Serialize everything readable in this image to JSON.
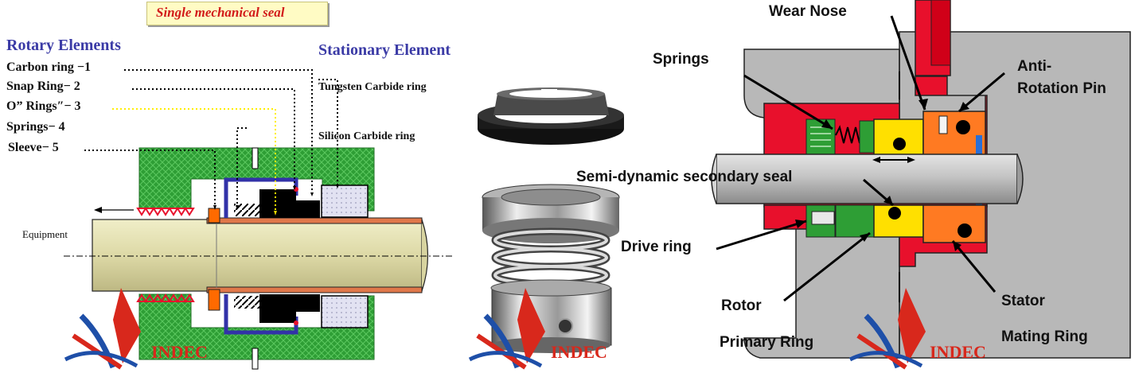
{
  "title": "Single mechanical seal",
  "left_panel": {
    "rotary_heading": "Rotary Elements",
    "stationary_heading": "Stationary Element",
    "rotary_items": [
      "Carbon ring −1",
      "Snap Ring− 2",
      "O” Rings″− 3",
      "Springs− 4",
      "Sleeve− 5"
    ],
    "stationary_items": [
      "Tungsten Carbide ring",
      "Silicon Carbide ring"
    ],
    "equipment_label": "Equipment"
  },
  "right_panel": {
    "labels": {
      "wear_nose": "Wear Nose",
      "springs": "Springs",
      "anti_rotation": "Anti-\nRotation Pin",
      "semi_dynamic": "Semi-dynamic secondary seal",
      "drive_ring": "Drive ring",
      "rotor": "Rotor",
      "primary_ring": "Primary Ring",
      "stator": "Stator",
      "mating_ring": "Mating Ring"
    }
  },
  "logo": {
    "text": "INDEC"
  },
  "colors": {
    "green": "#2e9e35",
    "blue_frame": "#3232a8",
    "red": "#e8102c",
    "yellow": "#ffe000",
    "orange": "#ff7a22",
    "gray": "#b8b8b8",
    "shaft": "#e6e2b4",
    "title_red": "#d21a1a"
  }
}
